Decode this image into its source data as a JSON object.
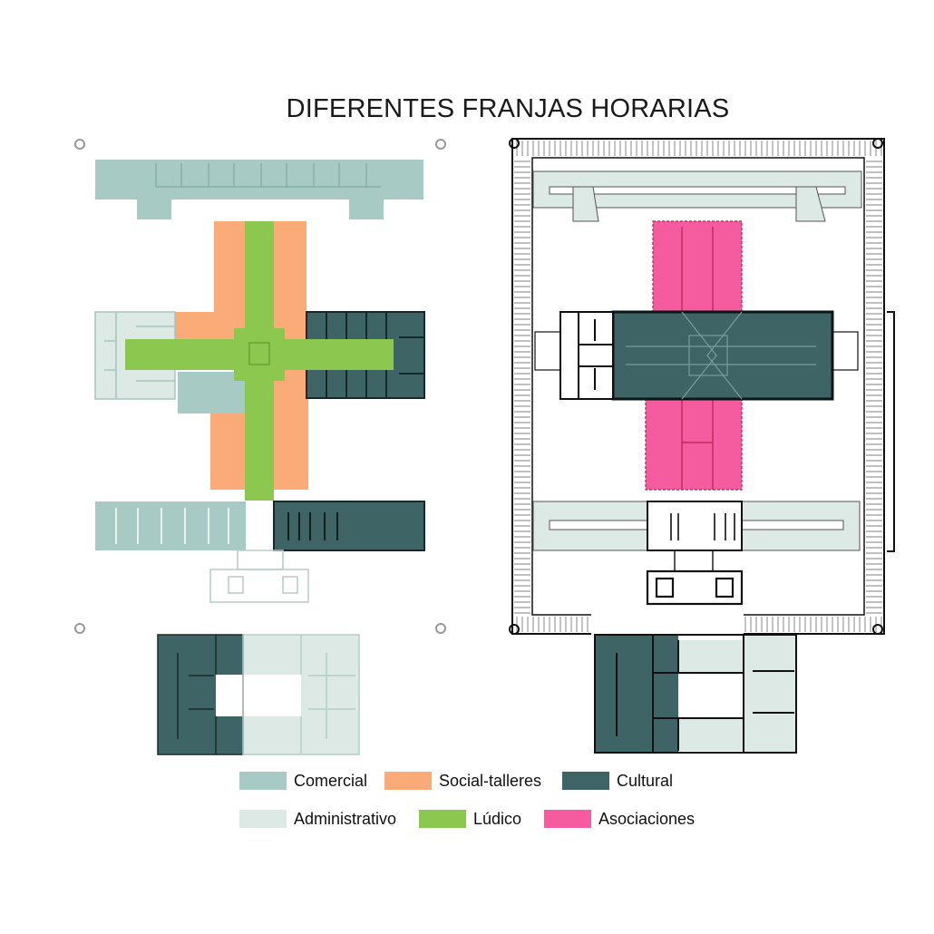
{
  "title": "DIFERENTES FRANJAS HORARIAS",
  "colors": {
    "comercial": "#a7cbc4",
    "social_talleres": "#fbab77",
    "cultural": "#3e6465",
    "administrativo": "#dce9e4",
    "ludico": "#8cc850",
    "asociaciones": "#f55ca0",
    "line": "#111111"
  },
  "legend": [
    {
      "key": "comercial",
      "label": "Comercial"
    },
    {
      "key": "social_talleres",
      "label": "Social-talleres"
    },
    {
      "key": "cultural",
      "label": "Cultural"
    },
    {
      "key": "administrativo",
      "label": "Administrativo"
    },
    {
      "key": "ludico",
      "label": "Lúdico"
    },
    {
      "key": "asociaciones",
      "label": "Asociaciones"
    }
  ]
}
